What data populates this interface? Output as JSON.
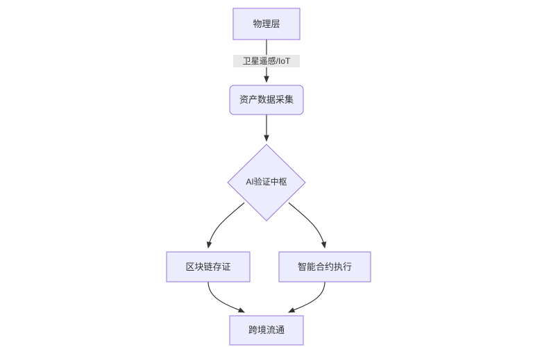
{
  "diagram": {
    "type": "flowchart",
    "direction": "top-down",
    "background_color": "#ffffff",
    "node_fill_color": "#ECECFF",
    "node_stroke_color": "#9370DB",
    "text_color": "#333333",
    "edge_color": "#333333",
    "edge_label_background": "#e8e8e8",
    "nodes": [
      {
        "id": "physical-layer",
        "label": "物理层",
        "shape": "rect"
      },
      {
        "id": "asset-data-collection",
        "label": "资产数据采集",
        "shape": "rounded-rect"
      },
      {
        "id": "ai-verification-hub",
        "label": "AI验证中枢",
        "shape": "diamond"
      },
      {
        "id": "blockchain-evidence",
        "label": "区块链存证",
        "shape": "rect"
      },
      {
        "id": "smart-contract",
        "label": "智能合约执行",
        "shape": "rect"
      },
      {
        "id": "cross-border-flow",
        "label": "跨境流通",
        "shape": "rect"
      }
    ],
    "edges": [
      {
        "from": "physical-layer",
        "to": "asset-data-collection",
        "label": "卫星遥感/IoT"
      },
      {
        "from": "asset-data-collection",
        "to": "ai-verification-hub",
        "label": ""
      },
      {
        "from": "ai-verification-hub",
        "to": "blockchain-evidence",
        "label": ""
      },
      {
        "from": "ai-verification-hub",
        "to": "smart-contract",
        "label": ""
      },
      {
        "from": "blockchain-evidence",
        "to": "cross-border-flow",
        "label": ""
      },
      {
        "from": "smart-contract",
        "to": "cross-border-flow",
        "label": ""
      }
    ]
  }
}
